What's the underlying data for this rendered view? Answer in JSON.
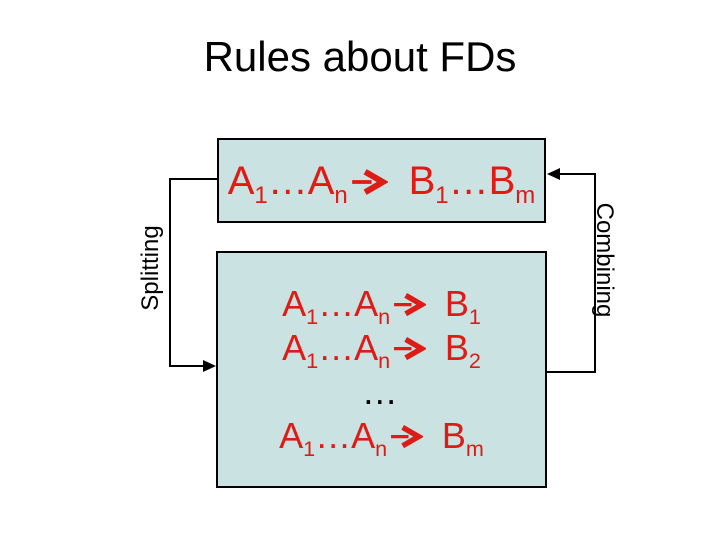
{
  "slide": {
    "title": "Rules about FDs"
  },
  "labels": {
    "splitting": "Splitting",
    "combining": "Combining"
  },
  "colors": {
    "background": "#ffffff",
    "box_fill": "#cae2e2",
    "box_border": "#000000",
    "formula_red": "#de1b14",
    "text_black": "#000000"
  },
  "top_box": {
    "formula": [
      {
        "t": "A"
      },
      {
        "t": "1",
        "sub": true
      },
      {
        "t": "…"
      },
      {
        "t": "A"
      },
      {
        "t": "n",
        "sub": true
      },
      {
        "t": "→",
        "arrow": true
      },
      {
        "t": "B",
        "gap": true
      },
      {
        "t": "1",
        "sub": true
      },
      {
        "t": "…"
      },
      {
        "t": "B"
      },
      {
        "t": "m",
        "sub": true
      }
    ]
  },
  "bottom_box": {
    "rows": [
      {
        "type": "fd",
        "segments": [
          {
            "t": "A"
          },
          {
            "t": "1",
            "sub": true
          },
          {
            "t": "…"
          },
          {
            "t": "A"
          },
          {
            "t": "n",
            "sub": true
          },
          {
            "t": "→",
            "arrow": true
          },
          {
            "t": "B",
            "gap": true
          },
          {
            "t": "1",
            "sub": true
          }
        ]
      },
      {
        "type": "fd",
        "segments": [
          {
            "t": "A"
          },
          {
            "t": "1",
            "sub": true
          },
          {
            "t": "…"
          },
          {
            "t": "A"
          },
          {
            "t": "n",
            "sub": true
          },
          {
            "t": "→",
            "arrow": true
          },
          {
            "t": "B",
            "gap": true
          },
          {
            "t": "2",
            "sub": true
          }
        ]
      },
      {
        "type": "ellipsis",
        "text": "…"
      },
      {
        "type": "fd",
        "segments": [
          {
            "t": "A"
          },
          {
            "t": "1",
            "sub": true
          },
          {
            "t": "…"
          },
          {
            "t": "A"
          },
          {
            "t": "n",
            "sub": true
          },
          {
            "t": "→",
            "arrow": true
          },
          {
            "t": "B",
            "gap": true
          },
          {
            "t": "m",
            "sub": true
          }
        ]
      }
    ]
  }
}
